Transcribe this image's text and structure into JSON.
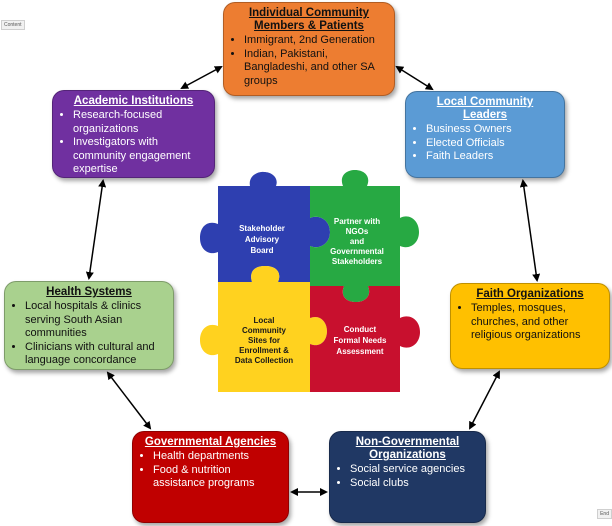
{
  "edge_tags": {
    "start": "Content",
    "end": "End"
  },
  "individual": {
    "title_line1": "Individual Community",
    "title_line2": "Members & Patients",
    "items": [
      "Immigrant, 2nd Generation",
      "Indian, Pakistani, Bangladeshi, and other SA groups"
    ]
  },
  "local_leaders": {
    "title_line1": "Local Community",
    "title_line2": "Leaders",
    "items": [
      "Business Owners",
      "Elected Officials",
      "Faith Leaders"
    ]
  },
  "academic": {
    "title": "Academic Institutions",
    "items": [
      "Research-focused organizations",
      "Investigators with community engagement expertise"
    ]
  },
  "faith": {
    "title": "Faith Organizations",
    "items": [
      "Temples, mosques, churches, and other religious organizations"
    ]
  },
  "health": {
    "title": "Health Systems",
    "items": [
      "Local hospitals & clinics serving South Asian communities",
      "Clinicians with cultural and language concordance"
    ]
  },
  "gov": {
    "title": "Governmental Agencies",
    "items": [
      "Health departments",
      "Food & nutrition assistance programs"
    ]
  },
  "ngo": {
    "title_line1": "Non-Governmental",
    "title_line2": "Organizations",
    "items": [
      "Social service agencies",
      "Social clubs"
    ]
  },
  "puzzle": {
    "blue": [
      "Stakeholder",
      "Advisory",
      "Board"
    ],
    "green": [
      "Partner with",
      "NGOs",
      "and",
      "Governmental",
      "Stakeholders"
    ],
    "yellow": [
      "Local",
      "Community",
      "Sites for",
      "Enrollment &",
      "Data Collection"
    ],
    "red": [
      "Conduct",
      "Formal Needs",
      "Assessment"
    ]
  },
  "colors": {
    "orange": "#ed7d31",
    "blue": "#5b9bd5",
    "purple": "#7030a0",
    "gold": "#ffc000",
    "green": "#a9d18e",
    "red": "#c00000",
    "navy": "#203864",
    "piece_blue": "#2e3fb0",
    "piece_green": "#27a943",
    "piece_yellow": "#ffd21f",
    "piece_red": "#c8102e"
  }
}
